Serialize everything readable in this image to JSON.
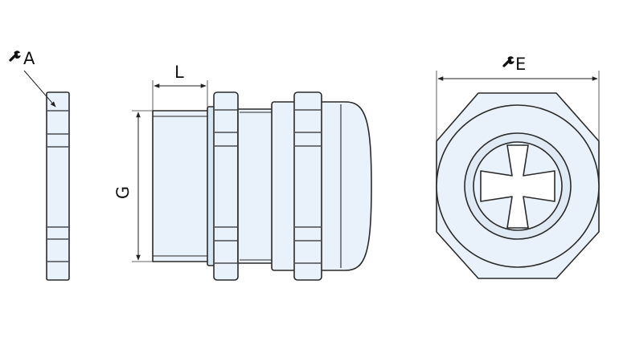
{
  "labels": {
    "nut_width": "A",
    "thread_length": "L",
    "thread_diameter": "G",
    "body_width": "E"
  },
  "icons": {
    "wrench": "wrench-icon"
  },
  "colors": {
    "part_fill": "#e9f2fa",
    "part_fill_dark": "#d6e6f3",
    "outline": "#2a2a2a",
    "background": "#ffffff"
  }
}
